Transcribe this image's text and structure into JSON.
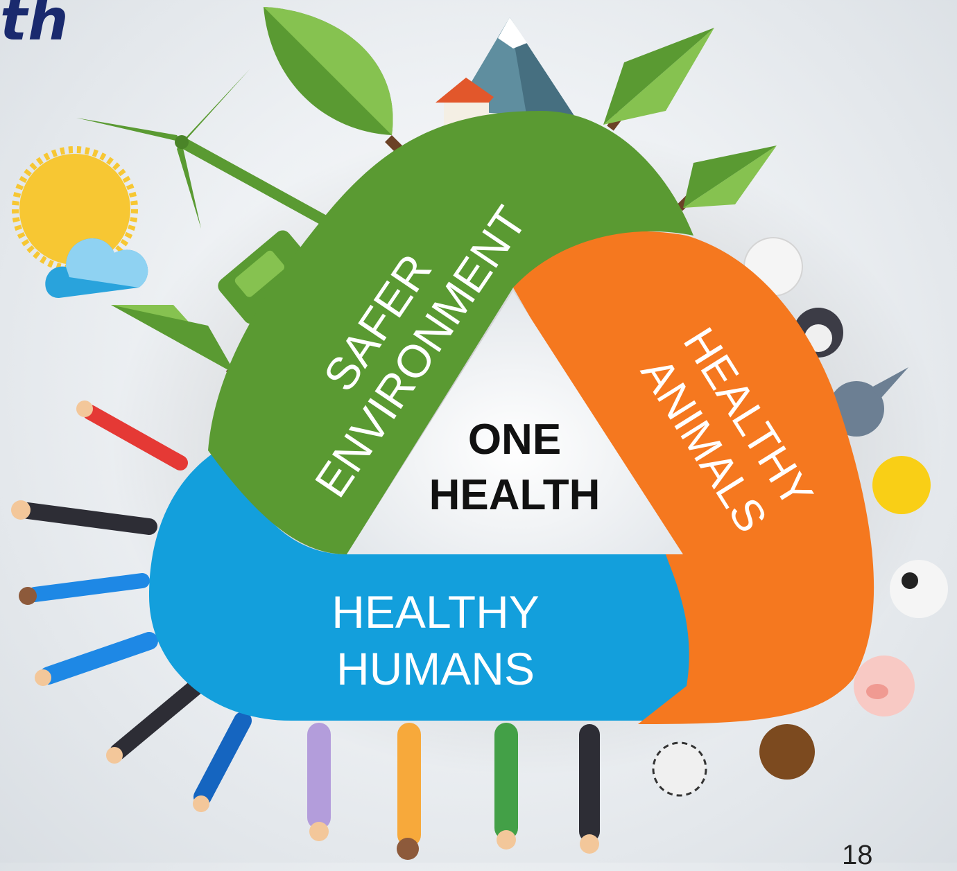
{
  "slide": {
    "title_fragment": "th",
    "page_number": "18"
  },
  "diagram": {
    "center_line1": "ONE",
    "center_line2": "HEALTH",
    "environment_line1": "SAFER",
    "environment_line2": "ENVIRONMENT",
    "animals_line1": "HEALTHY",
    "animals_line2": "ANIMALS",
    "humans_line1": "HEALTHY",
    "humans_line2": "HUMANS"
  },
  "colors": {
    "environment": "#5a9a32",
    "animals": "#f5781f",
    "humans": "#139fdc",
    "title": "#1a2a6e"
  },
  "icons": [
    "sun-cloud-icon",
    "wind-turbine-icon",
    "leaf-tree-icon",
    "house-icon",
    "mountain-icon",
    "pine-tree-icon",
    "car-icon",
    "cat-icon",
    "penguin-icon",
    "donkey-icon",
    "chick-icon",
    "cow-icon",
    "pig-icon",
    "dog-icon",
    "zebra-icon",
    "person-icon"
  ]
}
